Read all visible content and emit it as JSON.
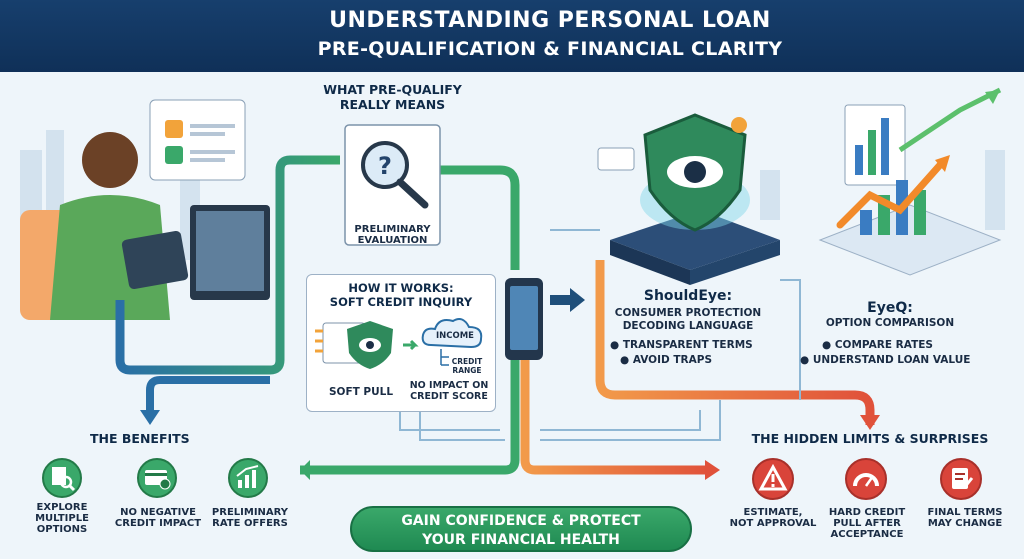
{
  "title_line1": "UNDERSTANDING PERSONAL LOAN",
  "title_line2": "PRE-QUALIFICATION & FINANCIAL CLARITY",
  "what_prequalify": {
    "heading_l1": "WHAT PRE-QUALIFY",
    "heading_l2": "REALLY MEANS",
    "caption_l1": "PRELIMINARY",
    "caption_l2": "EVALUATION"
  },
  "how_it_works": {
    "heading_l1": "HOW IT WORKS:",
    "heading_l2": "SOFT CREDIT INQUIRY",
    "income": "INCOME",
    "credit_range_l1": "CREDIT",
    "credit_range_l2": "RANGE",
    "soft_pull": "SOFT PULL",
    "no_impact_l1": "NO IMPACT ON",
    "no_impact_l2": "CREDIT SCORE"
  },
  "shouldeye": {
    "title": "ShouldEye:",
    "sub_l1": "CONSUMER PROTECTION",
    "sub_l2": "DECODING LANGUAGE",
    "bullet1": "TRANSPARENT TERMS",
    "bullet2": "AVOID TRAPS"
  },
  "eyeq": {
    "title": "EyeQ:",
    "sub": "OPTION COMPARISON",
    "bullet1": "COMPARE RATES",
    "bullet2": "UNDERSTAND LOAN VALUE"
  },
  "benefits": {
    "heading": "THE BENEFITS",
    "items": [
      {
        "l1": "EXPLORE",
        "l2": "MULTIPLE",
        "l3": "OPTIONS",
        "icon": "search-list-icon"
      },
      {
        "l1": "NO NEGATIVE",
        "l2": "CREDIT IMPACT",
        "l3": "",
        "icon": "credit-card-check-icon"
      },
      {
        "l1": "PRELIMINARY",
        "l2": "RATE OFFERS",
        "l3": "",
        "icon": "rising-chart-icon"
      }
    ]
  },
  "limits": {
    "heading": "THE HIDDEN LIMITS & SURPRISES",
    "items": [
      {
        "l1": "ESTIMATE,",
        "l2": "NOT APPROVAL",
        "l3": "",
        "icon": "warning-icon"
      },
      {
        "l1": "HARD CREDIT",
        "l2": "PULL AFTER",
        "l3": "ACCEPTANCE",
        "icon": "gauge-icon"
      },
      {
        "l1": "FINAL TERMS",
        "l2": "MAY CHANGE",
        "l3": "",
        "icon": "clipboard-edit-icon"
      }
    ]
  },
  "cta": {
    "l1": "GAIN CONFIDENCE & PROTECT",
    "l2": "YOUR FINANCIAL HEALTH"
  },
  "colors": {
    "banner": "#173f6d",
    "green": "#2f9a5c",
    "blue": "#2a6fa6",
    "orange": "#e06a3a"
  }
}
